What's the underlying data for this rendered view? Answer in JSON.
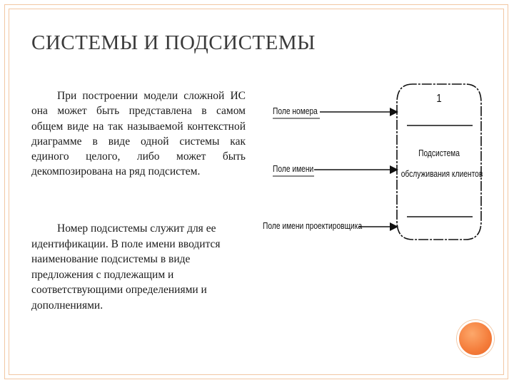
{
  "slide": {
    "title": "СИСТЕМЫ И ПОДСИСТЕМЫ",
    "paragraph1": "При построении модели сложной ИС она может быть представлена в самом общем виде на так называемой контекстной диаграмме в виде одной системы как единого целого, либо может быть декомпозирована на ряд подсистем.",
    "paragraph2": "Номер подсистемы служит для ее идентификации. В поле имени вводится наименование подсистемы в виде предложения с подлежащим и соответствующими определениями и дополнениями."
  },
  "diagram": {
    "label_number_field": "Поле номера",
    "label_name_field": "Поле имени",
    "label_designer_field": "Поле имени проектировщика",
    "box_number": "1",
    "box_name_line1": "Подсистема",
    "box_name_line2": "обслуживания клиентов"
  },
  "colors": {
    "frame": "#f2c7a3",
    "accent_circle": "#f47c3a"
  }
}
